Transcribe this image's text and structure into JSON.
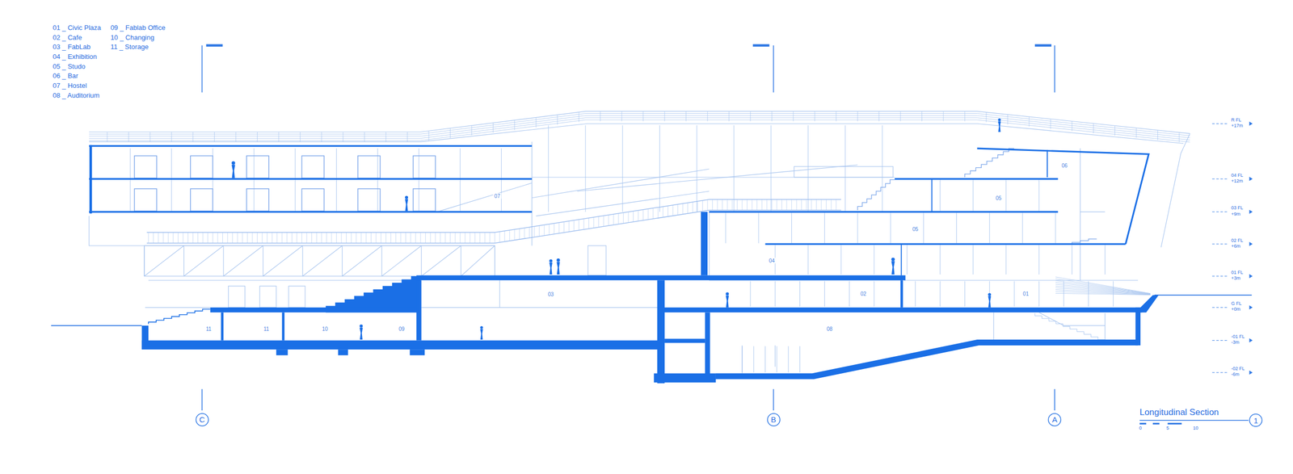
{
  "diagram": {
    "title": "Longitudinal Section",
    "nodes": [
      {
        "text": [
          "C"
        ]
      },
      {
        "text": [
          "B"
        ]
      },
      {
        "text": [
          "A"
        ]
      },
      {
        "text": [
          "1"
        ]
      }
    ],
    "labels": [
      "01 _ Civic Plaza",
      "02 _ Cafe",
      "03 _ FabLab",
      "04 _ Exhibition",
      "05 _ Studo",
      "06 _ Bar",
      "07 _ Hostel",
      "08 _ Auditorium",
      "09 _ Fablab Office",
      "10 _ Changing",
      "11 _ Storage",
      "R FL",
      "+17m",
      "04 FL",
      "+12m",
      "03 FL",
      "+9m",
      "02 FL",
      "+6m",
      "01 FL",
      "+3m",
      "G FL",
      "+0m",
      "-01 FL",
      "-3m",
      "-02 FL",
      "-6m",
      "11",
      "11",
      "10",
      "09",
      "03",
      "08",
      "02",
      "01",
      "04",
      "05",
      "05",
      "06",
      "07",
      "0",
      "5",
      "10"
    ]
  }
}
